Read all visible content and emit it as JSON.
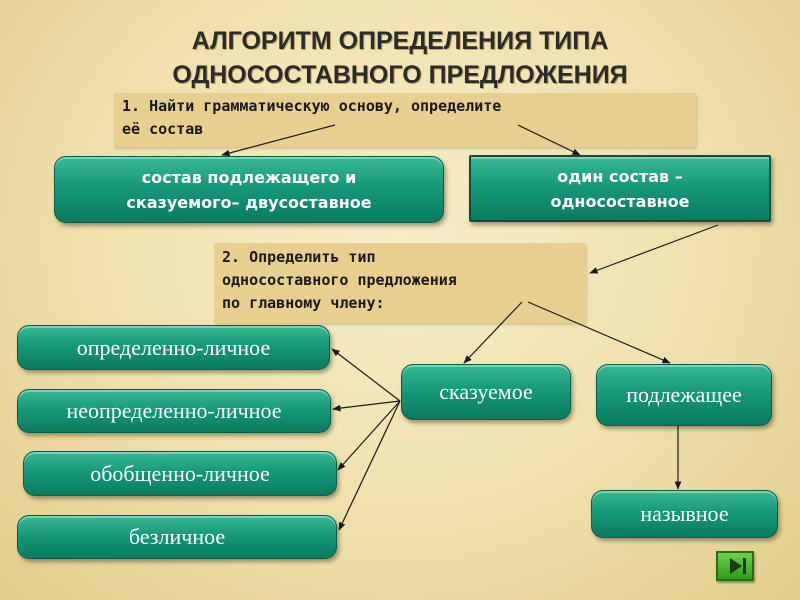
{
  "title": {
    "line1": "АЛГОРИТМ ОПРЕДЕЛЕНИЯ ТИПА",
    "line2": "ОДНОСОСТАВНОГО ПРЕДЛОЖЕНИЯ"
  },
  "step1": {
    "line1": "1. Найти грамматическую основу,  определите",
    "line2": "её состав"
  },
  "two_part": {
    "line1": "состав подлежащего и",
    "line2": "сказуемого– двусоставное"
  },
  "one_part": {
    "line1": "один состав –",
    "line2": "односоставное"
  },
  "step2": {
    "line1": "2. Определить тип",
    "line2": "односоставного предложения",
    "line3": "по главному члену:"
  },
  "predicate": "сказуемое",
  "subject": "подлежащее",
  "types": {
    "definite_personal": "определенно-личное",
    "indefinite_personal": "неопределенно-личное",
    "generalized_personal": "обобщенно-личное",
    "impersonal": "безличное",
    "nominative": "назывное"
  },
  "colors": {
    "box_green": "#17997a",
    "step_bg": "#e6cf8f",
    "background": "#efe0ad"
  },
  "nav": {
    "icon": "play-next-icon"
  }
}
